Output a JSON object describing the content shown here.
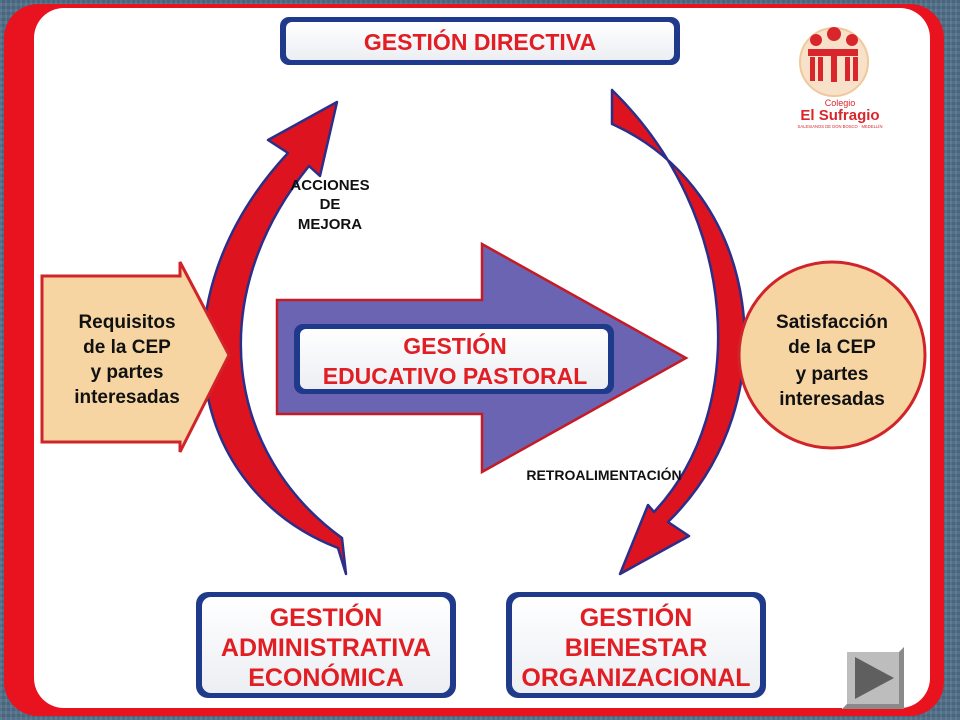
{
  "diagram": {
    "title": "GESTIÓN DIRECTIVA",
    "center": {
      "line1": "GESTIÓN",
      "line2": "EDUCATIVO PASTORAL"
    },
    "input": {
      "lines": [
        "Requisitos",
        "de la CEP",
        "y partes",
        "interesadas"
      ]
    },
    "output": {
      "lines": [
        "Satisfacción",
        "de la CEP",
        "y partes",
        "interesadas"
      ]
    },
    "bottom_left": {
      "lines": [
        "GESTIÓN",
        "ADMINISTRATIVA",
        "ECONÓMICA"
      ]
    },
    "bottom_right": {
      "lines": [
        "GESTIÓN",
        "BIENESTAR",
        "ORGANIZACIONAL"
      ]
    },
    "labels": {
      "acciones": [
        "ACCIONES",
        "DE",
        "MEJORA"
      ],
      "retro": "RETROALIMENTACIÓN"
    }
  },
  "logo": {
    "top": "Colegio",
    "name": "El Sufragio",
    "tagline": "SALESIANOS DE DON BOSCO · MEDELLÍN"
  },
  "nav": {
    "icon": "play-next-icon"
  },
  "colors": {
    "frame": "#e8131e",
    "arrow_red": "#dd1420",
    "arrow_outline": "#2b2f8a",
    "navy": "#1f3a8a",
    "center_arrow": "#6a64b2",
    "tan": "#f6d5a3",
    "text_red": "#e01e24"
  }
}
